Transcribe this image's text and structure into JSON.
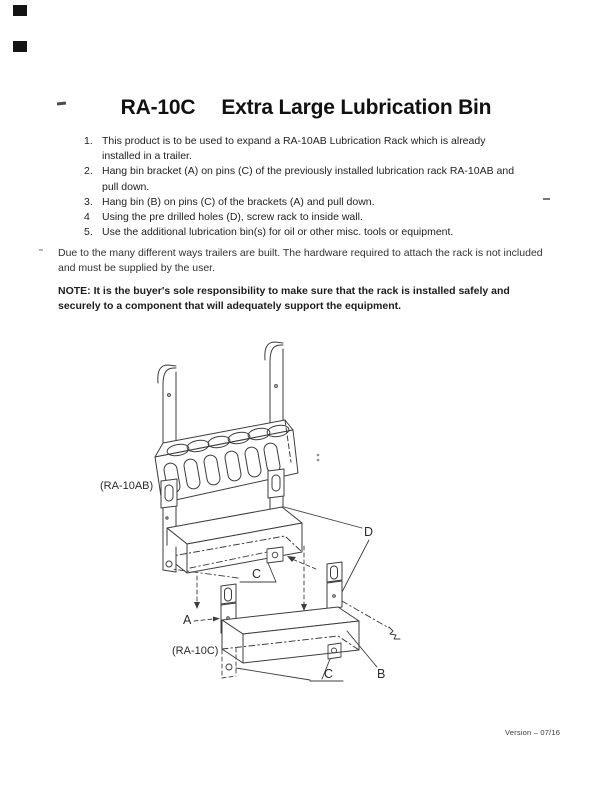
{
  "page": {
    "title": {
      "model": "RA-10C",
      "product": "Extra Large Lubrication Bin"
    },
    "instructions": [
      {
        "num": "1.",
        "lines": [
          "This product is to be used to expand a RA-10AB Lubrication Rack which is already",
          "installed in a trailer."
        ]
      },
      {
        "num": "2.",
        "lines": [
          "Hang bin bracket (A) on pins (C) of the previously installed lubrication rack RA-10AB and",
          "pull down."
        ]
      },
      {
        "num": "3.",
        "lines": [
          "Hang bin (B) on pins (C) of the brackets (A) and pull down."
        ]
      },
      {
        "num": "4",
        "lines": [
          "Using the pre drilled holes (D), screw rack to inside wall."
        ]
      },
      {
        "num": "5.",
        "lines": [
          "Use the additional lubrication bin(s) for oil or other misc. tools or equipment."
        ]
      }
    ],
    "disclaimer": {
      "lines": [
        "Due to the many different ways trailers are built. The hardware required to attach the rack is not included",
        "and must be supplied by the user."
      ]
    },
    "note": {
      "lines": [
        "NOTE: It is the buyer's sole responsibility to make sure that the rack is installed safely and",
        "securely to a component that will adequately support the equipment."
      ]
    },
    "diagram": {
      "labels": {
        "upper_rack": "(RA-10AB)",
        "lower_bin": "(RA-10C)",
        "part_a": "A",
        "part_b": "B",
        "part_c_upper": "C",
        "part_c_lower": "C",
        "part_d": "D"
      }
    },
    "footer": {
      "version": "Version – 07/16"
    },
    "colors": {
      "ink": "#222222",
      "line": "#3d3d3d",
      "paper": "#ffffff"
    }
  }
}
